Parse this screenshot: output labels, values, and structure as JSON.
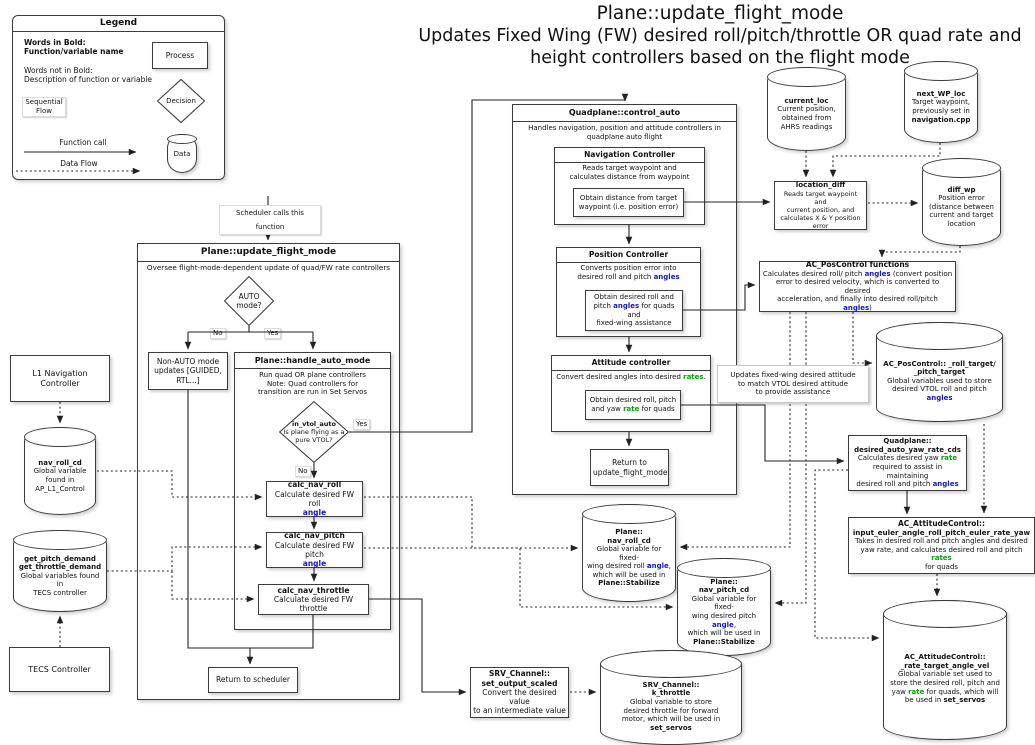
{
  "colors": {
    "keyword_blue": "#1414cc",
    "keyword_green": "#00a50a",
    "line": "#222222",
    "border": "#3c3c3c"
  },
  "kw": {
    "angle": "angle",
    "angles": "angles",
    "rate": "rate",
    "rates": "rates"
  },
  "pt": {
    "comma": ",",
    "period": ".",
    "paren": ")"
  },
  "t": {
    "l1": "Plane::update_flight_mode",
    "l2": "Updates Fixed Wing (FW) desired roll/pitch/throttle OR quad rate and",
    "l3": "height controllers based on the flight mode"
  },
  "lb": {
    "yes": "Yes",
    "no": "No",
    "scheduler": "Scheduler calls this function"
  },
  "lg": {
    "header": "Legend",
    "bold1": "Words in Bold:",
    "bold2": "Function/variable name",
    "plain1": "Words not in Bold:",
    "plain2": "Description of function or variable",
    "seq1": "Sequential",
    "seq2": "Flow",
    "fncall": "Function call",
    "dataflow": "Data Flow",
    "process": "Process",
    "decision": "Decision",
    "data": "Data"
  },
  "ufm": {
    "title": "Plane::update_flight_mode",
    "desc": "Oversee flight-mode-dependent update of quad/FW rate controllers",
    "auto1": "AUTO",
    "auto2": "mode?",
    "na1": "Non-AUTO mode",
    "na2": "updates [GUIDED,",
    "na3": "RTL...]",
    "ham": "Plane::handle_auto_mode",
    "ham1": "Run quad OR plane controllers",
    "ham2": "Note: Quad controllers for",
    "ham3": "transition are run in Set Servos",
    "vt": "in_vtol_auto",
    "v1": "Is plane flying as a",
    "v2": "pure VTOL?",
    "cnr": "calc_nav_roll",
    "cnrd": "Calculate desired FW roll",
    "cnp": "calc_nav_pitch",
    "cnpd": "Calculate desired FW pitch",
    "cnt": "calc_nav_throttle",
    "cntd": "Calculate desired FW throttle",
    "ret": "Return to scheduler"
  },
  "lft": {
    "l1nav": "L1 Navigation Controller",
    "nrc": "nav_roll_cd",
    "nrc1": "Global variable",
    "nrc2": "found in",
    "nrc3": "AP_L1_Control",
    "td1": "get_pitch_demand",
    "td2": "get_throttle_demand",
    "td3": "Global variables found in",
    "td4": "TECS controller",
    "tecs": "TECS Controller"
  },
  "qca": {
    "title": "Quadplane::control_auto",
    "d1": "Handles navigation, position and attitude controllers in",
    "d2": "quadplane auto flight",
    "navt": "Navigation Controller",
    "nav1": "Reads target waypoint and",
    "nav2": "calculates distance from waypoint",
    "ni1": "Obtain distance from target",
    "ni2": "waypoint (i.e. position error)",
    "post": "Position Controller",
    "pos1": "Converts position error into",
    "pos2": "desired roll and pitch ",
    "pi1": "Obtain desired roll and",
    "pi2a": "pitch ",
    "pi2b": " for quads and",
    "pi3": "fixed-wing assistance",
    "attt": "Attitude controller",
    "attd": "Convert desired angles into desired ",
    "ai1": "Obtain desired roll, pitch",
    "ai2a": "and yaw ",
    "ai2b": " for quads",
    "r1": "Return to",
    "r2": "update_flight_mode"
  },
  "rgt": {
    "clt": "current_loc",
    "cl1": "Current position,",
    "cl2": "obtained from",
    "cl3": "AHRS readings",
    "nwt": "next_WP_loc",
    "nw1": "Target waypoint,",
    "nw2": "previously set in",
    "nw3": "navigation.cpp",
    "ldt": "location_diff",
    "ld1": "Reads target waypoint and",
    "ld2": "current position, and",
    "ld3": "calculates X & Y position error",
    "dwt": "diff_wp",
    "dw1": "Position error",
    "dw2": "(distance between",
    "dw3": "current and target",
    "dw4": "location",
    "pcft": "AC_PosControl functions",
    "pcfa": "Calculates desired roll/ pitch ",
    "pcfb": " (convert position",
    "pcfc": "error to desired velocity, which is converted to desired",
    "pcfd": "acceleration, and finally into desired roll/pitch ",
    "pctt1": "AC_PosControl:: _roll_target/",
    "pctt2": "_pitch_target",
    "pct1": "Global variables used to store",
    "pct2": "desired VTOL roll and pitch ",
    "note1": "Updates fixed-wing desired attitude",
    "note2": "to match VTOL desired attitude",
    "note3": "to provide assistance",
    "yrt1": "Quadplane::",
    "yrt2": "desired_auto_yaw_rate_cds",
    "yra": "Calculates desired yaw ",
    "yrb": "required to assist in maintaining",
    "yrc": "desired roll and pitch ",
    "iet1": "AC_AttitudeControl::",
    "iet2": "input_euler_angle_roll_pitch_euler_rate_yaw",
    "iea": "Takes in desired roll and pitch angles and desired",
    "ieb": "yaw rate, and calculates desired roll and pitch ",
    "iec": "for quads",
    "rtt1": "AC_AttitudeControl::",
    "rtt2": "_rate_target_angle_vel",
    "rta": "Global variable set used to",
    "rtb": "store the desired roll, pitch and",
    "rtc1": "yaw ",
    "rtc2": " for quads, which will",
    "rtd": "be used in ",
    "rte": "set_servos"
  },
  "bt": {
    "pnrt1": "Plane::",
    "pnrt2": "nav_roll_cd",
    "pnra": "Global variable for fixed-",
    "pnrb": "wing desired roll ",
    "pnrc": "which will be used in",
    "pnrd": "Plane::Stabilize",
    "pnpt1": "Plane::",
    "pnpt2": "nav_pitch_cd",
    "pnpa": "Global variable for fixed-",
    "pnpb": "wing desired pitch ",
    "pnpc": "which will be used in",
    "pnpd": "Plane::Stabilize",
    "srvt1": "SRV_Channel::",
    "srvt2": "set_output_scaled",
    "srv1": "Convert the desired value",
    "srv2": "to an intermediate value",
    "ktt1": "SRV_Channel::",
    "ktt2": "k_throttle",
    "kta": "Global variable to store",
    "ktb": "desired throttle for forward",
    "ktc": "motor, which will be used in",
    "ktd": "set_servos"
  }
}
